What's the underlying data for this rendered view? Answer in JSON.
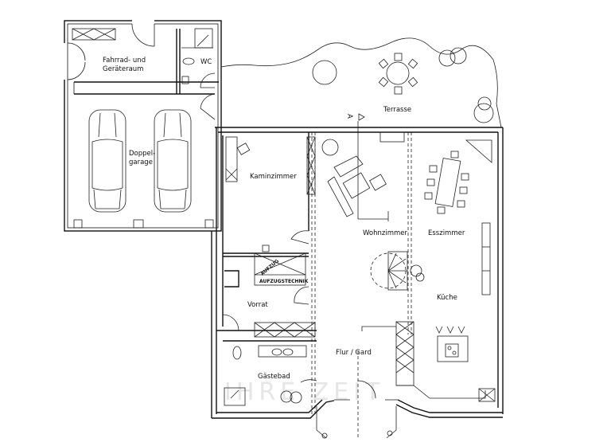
{
  "plan": {
    "type": "floor-plan",
    "section_marker": "A",
    "watermark": "IHRE ZEIT",
    "rooms": {
      "fahrrad": {
        "line1": "Fahrrad- und",
        "line2": "Geräteraum"
      },
      "wc": "WC",
      "garage": {
        "line1": "Doppel-",
        "line2": "garage"
      },
      "terrasse": "Terrasse",
      "kaminzimmer": "Kaminzimmer",
      "aufzug": "AUFZUG",
      "aufzugstechnik": "AUFZUGSTECHNIK",
      "vorrat": "Vorrat",
      "gaestebad": "Gästebad",
      "flur": "Flur / Gard",
      "wohnzimmer": "Wohnzimmer",
      "esszimmer": "Esszimmer",
      "kueche": "Küche"
    }
  }
}
